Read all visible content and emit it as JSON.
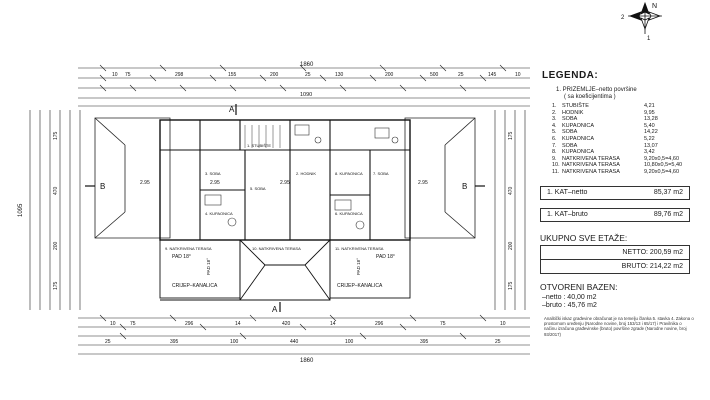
{
  "compass": {
    "north_label": "N",
    "mark_2": "2",
    "mark_1": "1"
  },
  "legend": {
    "title": "LEGENDA:",
    "subtitle_1": "1. PRIZEMLJE–netto površine",
    "subtitle_2": "( sa koeficijentima )",
    "rooms": [
      {
        "no": "1.",
        "name": "STUBIŠTE",
        "area": "4,21"
      },
      {
        "no": "2.",
        "name": "HODNIK",
        "area": "9,95"
      },
      {
        "no": "3.",
        "name": "SOBA",
        "area": "13,28"
      },
      {
        "no": "4.",
        "name": "KUPAONICA",
        "area": "5,40"
      },
      {
        "no": "5.",
        "name": "SOBA",
        "area": "14,22"
      },
      {
        "no": "6.",
        "name": "KUPAONICA",
        "area": "5,22"
      },
      {
        "no": "7.",
        "name": "SOBA",
        "area": "13,07"
      },
      {
        "no": "8.",
        "name": "KUPAONICA",
        "area": "3,42"
      },
      {
        "no": "9.",
        "name": "NATKRIVENA TERASA",
        "area": "9,20x0,5=4,60"
      },
      {
        "no": "10.",
        "name": "NATKRIVENA TERASA",
        "area": "10,80x0,5=5,40"
      },
      {
        "no": "11.",
        "name": "NATKRIVENA TERASA",
        "area": "9,20x0,5=4,60"
      }
    ],
    "kat_netto_label": "1. KAT–netto",
    "kat_netto_value": "85,37 m2",
    "kat_bruto_label": "1. KAT–bruto",
    "kat_bruto_value": "89,76 m2"
  },
  "totals": {
    "title": "UKUPNO SVE ETAŽE:",
    "netto": "NETTO: 200,59 m2",
    "bruto": "BRUTO: 214,22 m2"
  },
  "pool": {
    "title": "OTVORENI BAZEN:",
    "netto": "–netto : 40,00 m2",
    "bruto": "–bruto : 45,76 m2"
  },
  "note": "Analitički iskaz građevine obračunat je na temelju članka 5. stavka 4. Zakona o prostornom uređenju (Narodne novine, broj 153/13 i 65/17) i Pravilnika o načinu izračuna građevinske (bruto) površine zgrade (Narodne novine, broj 93/2017)",
  "plan": {
    "section_a": "A",
    "section_b": "B",
    "overall_width": "1860",
    "overall_depth": "1095",
    "inner_width": "1090",
    "dim_top": [
      "10",
      "75",
      "298",
      "155",
      "200",
      "25",
      "130",
      "200",
      "500",
      "25",
      "145",
      "10"
    ],
    "dim_bottom": [
      "10",
      "75",
      "296",
      "14",
      "420",
      "14",
      "296",
      "75",
      "10"
    ],
    "dim_bottom_2": [
      "25",
      "395",
      "100",
      "440",
      "100",
      "395",
      "25"
    ],
    "dim_left": [
      "175",
      "470",
      "200",
      "175"
    ],
    "dim_right": [
      "175",
      "470",
      "200",
      "175"
    ],
    "rooms_labels": [
      "1. STUBIŠTE",
      "2. HODNIK",
      "3. SOBA",
      "4. KUPAONICA",
      "5. SOBA",
      "6. KUPAONICA",
      "7. SOBA",
      "8. KUPAONICA",
      "9. NATKRIVENA TERASA",
      "10. NATKRIVENA TERASA",
      "11. NATKRIVENA TERASA"
    ],
    "roof_slope": "PAD 18°",
    "gutter": "CRIJEP–KANALICA",
    "level_marks": [
      "2.95",
      "2.95",
      "2.95",
      "2.95"
    ]
  }
}
